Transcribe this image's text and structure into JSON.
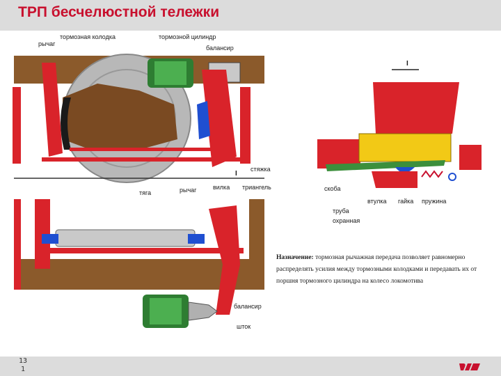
{
  "slide": {
    "title": "ТРП бесчелюстной тележки",
    "page_number_line1": "13",
    "page_number_line2": "1"
  },
  "labels": {
    "lever_top": "рычаг",
    "brake_shoe": "тормозная колодка",
    "brake_cylinder": "тормозной цилиндр",
    "balancer_top": "балансир",
    "tie": "стяжка",
    "rod": "тяга",
    "lever_bottom": "рычаг",
    "fork": "вилка",
    "triangle": "триангель",
    "balancer_bottom": "балансир",
    "stem": "шток",
    "section_mark": "I",
    "section_mark_small": "I",
    "bracket": "скоба",
    "tube_line1": "труба",
    "tube_line2": "охранная",
    "bushing": "втулка",
    "nut": "гайка",
    "spring": "пружина"
  },
  "purpose": {
    "label": "Назначение:",
    "text": "тормозная рычажная передача позволяет равномерно распределять усилия между тормозными колодками и передавать их от поршня тормозного цилиндра на колесо локомотива"
  },
  "colors": {
    "accent": "#c8102e",
    "frame_red": "#d9232a",
    "frame_brown": "#8b5a2b",
    "cylinder_green": "#2e7d32",
    "band_grey": "#dcdcdc"
  },
  "logo": {
    "text": "РЖД",
    "icon": "rzd-logo-icon"
  }
}
